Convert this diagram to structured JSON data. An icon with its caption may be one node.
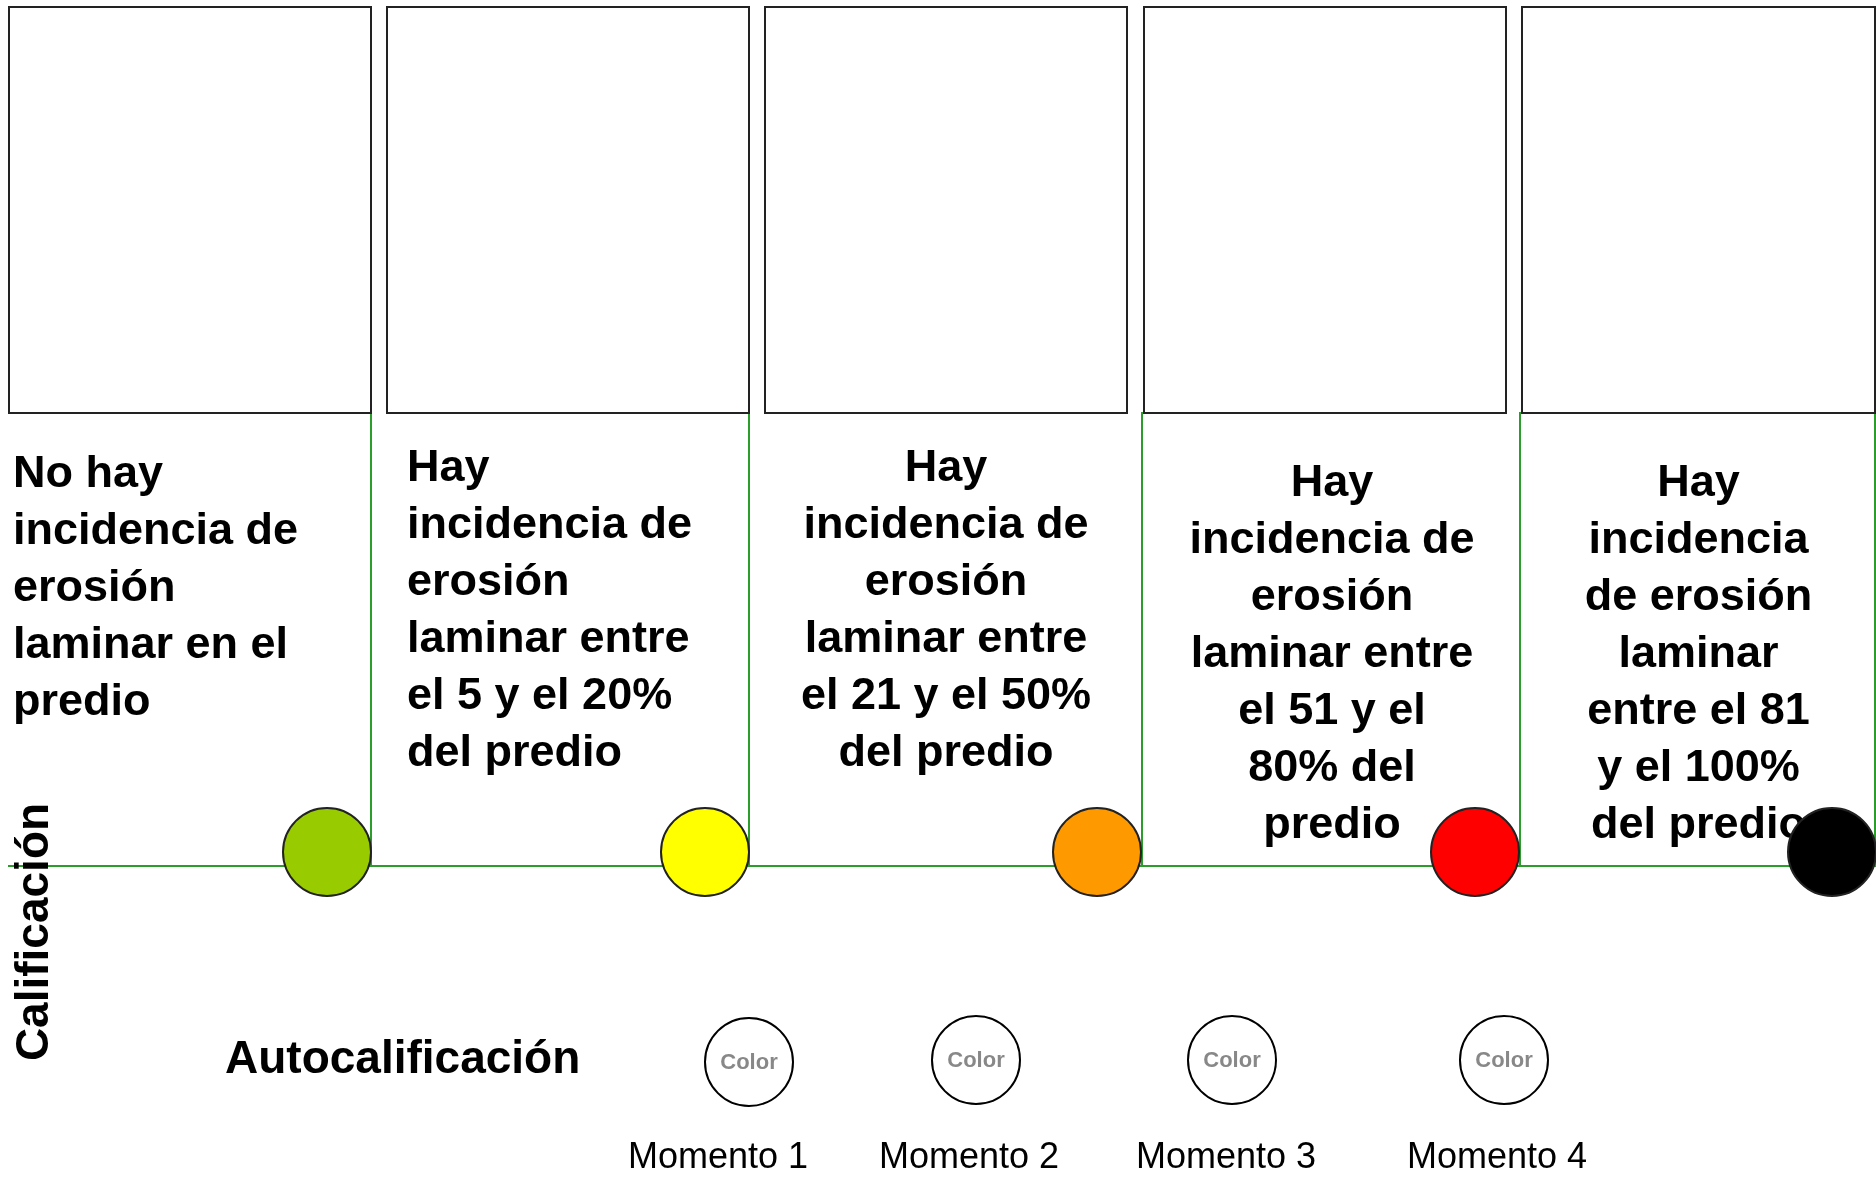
{
  "diagram": {
    "nodes": [
      {
        "text": [],
        "shape": "box"
      },
      {
        "text": [],
        "shape": "box"
      },
      {
        "text": [],
        "shape": "box"
      },
      {
        "text": [],
        "shape": "box"
      },
      {
        "text": [],
        "shape": "box"
      },
      {
        "text": [
          "No hay incidencia de erosión laminar en el predio"
        ]
      },
      {
        "text": [
          "Hay incidencia de erosión laminar entre el 5 y el 20% del predio"
        ]
      },
      {
        "text": [
          "Hay incidencia de erosión laminar entre el 21 y el 50% del predio"
        ]
      },
      {
        "text": [
          "Hay incidencia de erosión laminar entre el 51 y el 80% del predio"
        ]
      },
      {
        "text": [
          "Hay incidencia de erosión laminar entre el 81 y el 100% del predio"
        ]
      },
      {
        "text": [],
        "shape": "circle"
      },
      {
        "text": [],
        "shape": "circle"
      },
      {
        "text": [],
        "shape": "circle"
      },
      {
        "text": [],
        "shape": "circle"
      },
      {
        "text": [],
        "shape": "circle"
      },
      {
        "text": [
          "Color"
        ],
        "beside": [
          "Momento 1"
        ]
      },
      {
        "text": [
          "Color"
        ],
        "beside": [
          "Momento 2"
        ]
      },
      {
        "text": [
          "Color"
        ],
        "beside": [
          "Momento 3"
        ]
      },
      {
        "text": [
          "Color"
        ],
        "beside": [
          "Momento 4"
        ]
      }
    ],
    "labels": [
      "Calificación",
      "Autocalificación"
    ]
  }
}
